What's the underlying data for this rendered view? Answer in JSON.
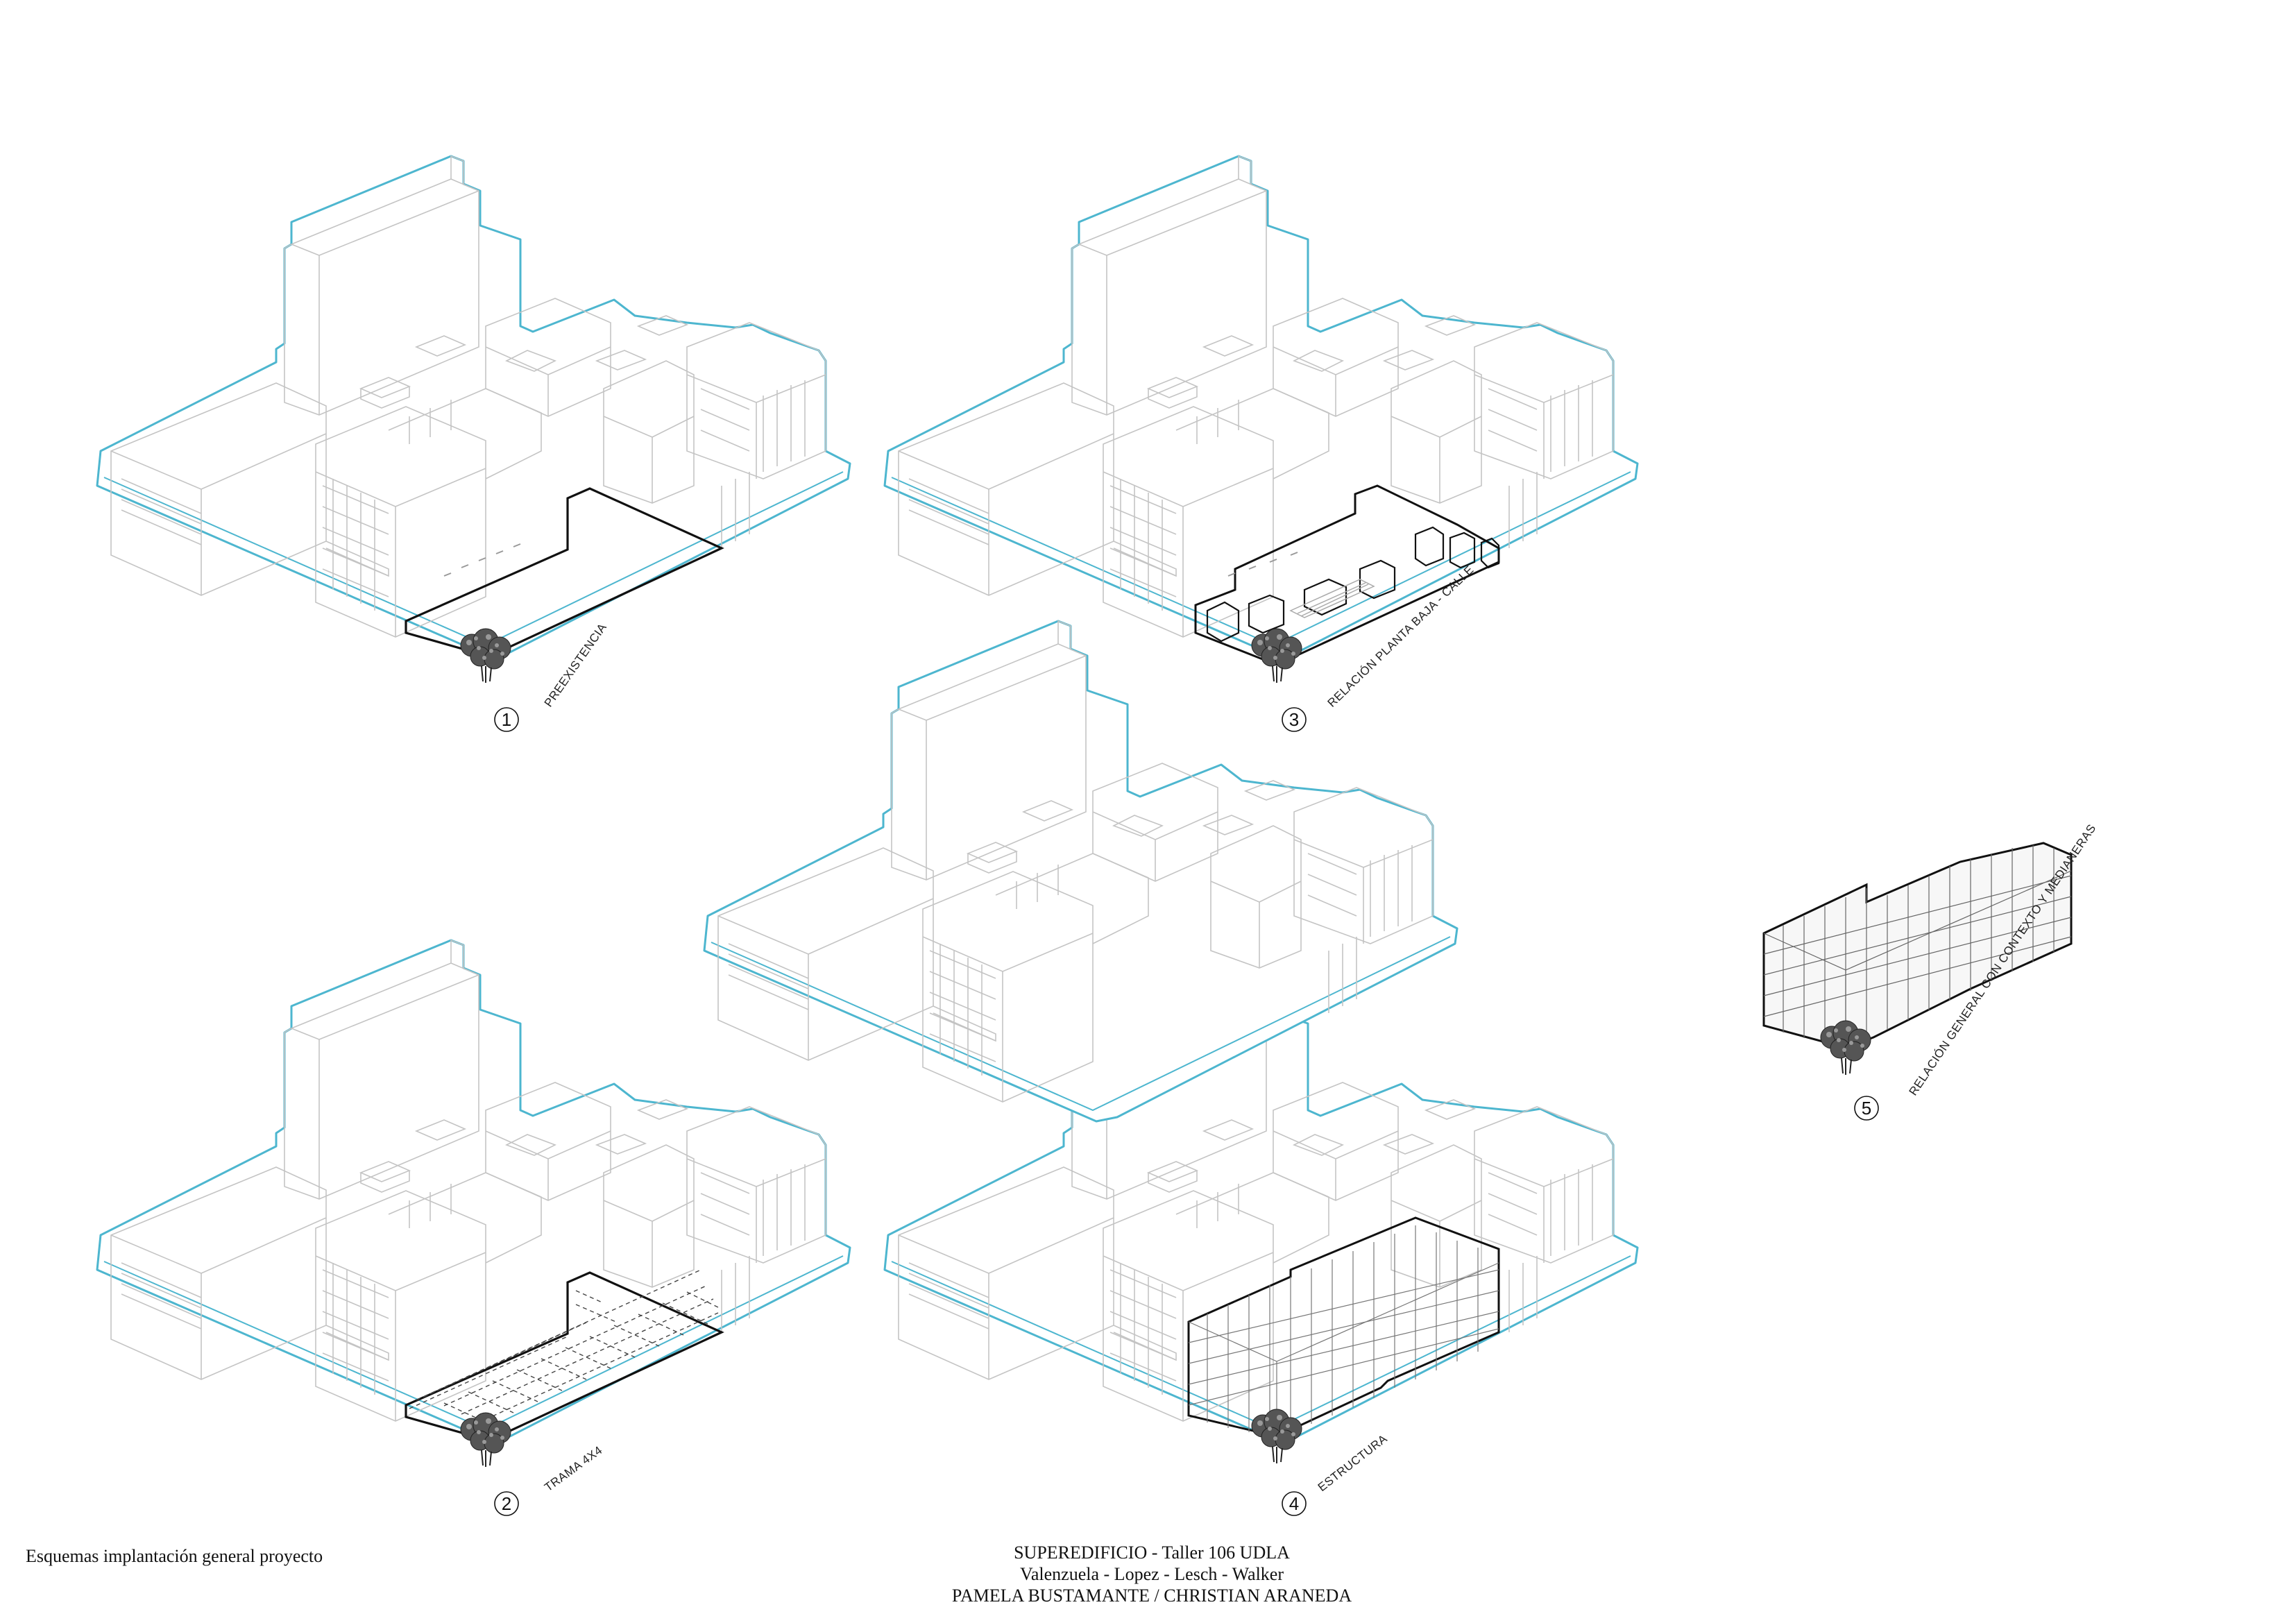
{
  "panels": [
    {
      "number": "1",
      "label": "PREEXISTENCIA"
    },
    {
      "number": "2",
      "label": "TRAMA 4X4"
    },
    {
      "number": "3",
      "label": "RELACIÓN PLANTA BAJA - CALLE"
    },
    {
      "number": "4",
      "label": "ESTRUCTURA"
    },
    {
      "number": "5",
      "label": "RELACIÓN GENERAL CON CONTEXTO Y MEDIANERAS"
    }
  ],
  "footer": {
    "sheet_title": "Esquemas implantación general proyecto",
    "project_title": "SUPEREDIFICIO - Taller 106 UDLA",
    "team": "Valenzuela -  Lopez - Lesch - Walker",
    "professors": "PAMELA BUSTAMANTE / CHRISTIAN ARANEDA"
  },
  "colors": {
    "site_outline": "#4db6cf",
    "building_lines": "#c4c4c4",
    "site_boundary": "#111111",
    "tree": "#333333"
  }
}
